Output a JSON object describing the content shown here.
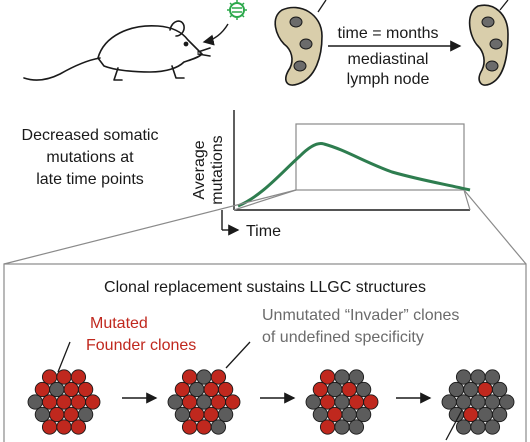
{
  "top": {
    "equation_left": "time = months",
    "equation_right": "mediastinal",
    "equation_right_line2": "lymph node"
  },
  "left_text": {
    "lines": [
      "Decreased somatic",
      "mutations at",
      "late time points"
    ]
  },
  "plot": {
    "ylabel_line1": "Average",
    "ylabel_line2": "mutations",
    "xlabel": "Time"
  },
  "bottom": {
    "title": "Clonal replacement sustains LLGC structures",
    "founder_line1": "Mutated",
    "founder_line2": "Founder clones",
    "invader_line1": "Unmutated “Invader” clones",
    "invader_line2": "of undefined specificity"
  },
  "colors": {
    "mutated": "#c0281e",
    "unmutated": "#5c5c5c",
    "curve": "#2e7d4f",
    "virus": "#2aa84a",
    "node_fill": "#d9ceab"
  },
  "clusters": {
    "unmutated_fraction": [
      0.22,
      0.35,
      0.6,
      0.9
    ]
  }
}
